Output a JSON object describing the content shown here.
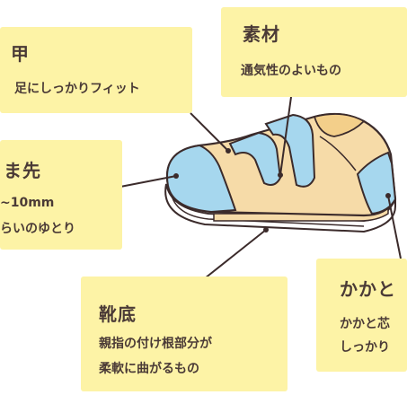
{
  "labels": {
    "upper": {
      "title": "甲",
      "lines": [
        "足にしっかりフィット"
      ]
    },
    "material": {
      "title": "素材",
      "lines": [
        "通気性のよいもの"
      ]
    },
    "toe": {
      "title": "ま先",
      "lines": [
        "~10mm",
        "らいのゆとり"
      ]
    },
    "sole": {
      "title": "靴底",
      "lines": [
        "親指の付け根部分が",
        "柔軟に曲がるもの"
      ]
    },
    "heel": {
      "title": "かかと",
      "lines": [
        "かかと芯",
        "しっかり"
      ]
    }
  },
  "colors": {
    "note": "#fdf3a6",
    "shoe_body": "#f6dba8",
    "shoe_accent": "#a6d7ee",
    "outline": "#3b2b2b",
    "text": "#4a3a36"
  }
}
